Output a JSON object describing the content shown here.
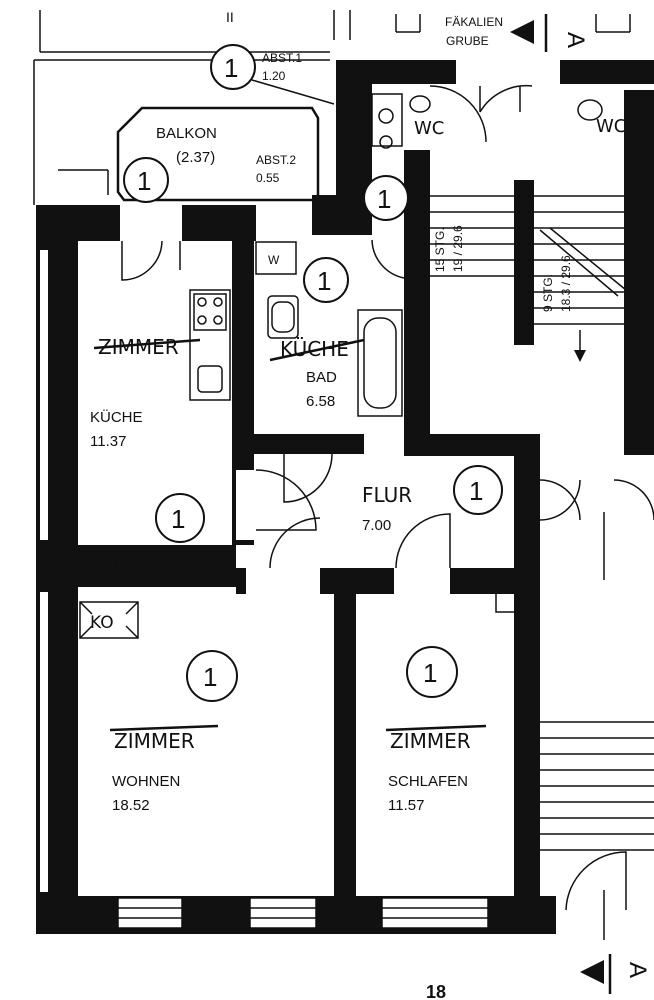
{
  "top": {
    "grube_line1": "FÄKALIEN",
    "grube_line2": "GRUBE",
    "section_letter": "A",
    "mark_ii": "II"
  },
  "balkon": {
    "name": "BALKON",
    "area": "(2.37)",
    "abst1_label": "ABST.1",
    "abst1_value": "1.20",
    "abst2_label": "ABST.2",
    "abst2_value": "0.55"
  },
  "rooms": {
    "kueche": {
      "struck": "ZIMMER",
      "name": "KÜCHE",
      "area": "11.37"
    },
    "bad": {
      "struck": "KÜCHE",
      "name": "BAD",
      "area": "6.58"
    },
    "flur": {
      "name": "FLUR",
      "area": "7.00"
    },
    "wohnen": {
      "struck": "ZIMMER",
      "name": "WOHNEN",
      "area": "18.52"
    },
    "schlafen": {
      "struck": "ZIMMER",
      "name": "SCHLAFEN",
      "area": "11.57"
    }
  },
  "fixtures": {
    "wc1": "WC",
    "wc2": "WC",
    "washer": "W",
    "ko": "KO"
  },
  "stairs": {
    "left_line1": "15 STG.",
    "left_line2": "19 / 29.6",
    "right_line1": "9 STG.",
    "right_line2": "18.3 / 29.6"
  },
  "unit_marker": "1",
  "page_number": "18"
}
